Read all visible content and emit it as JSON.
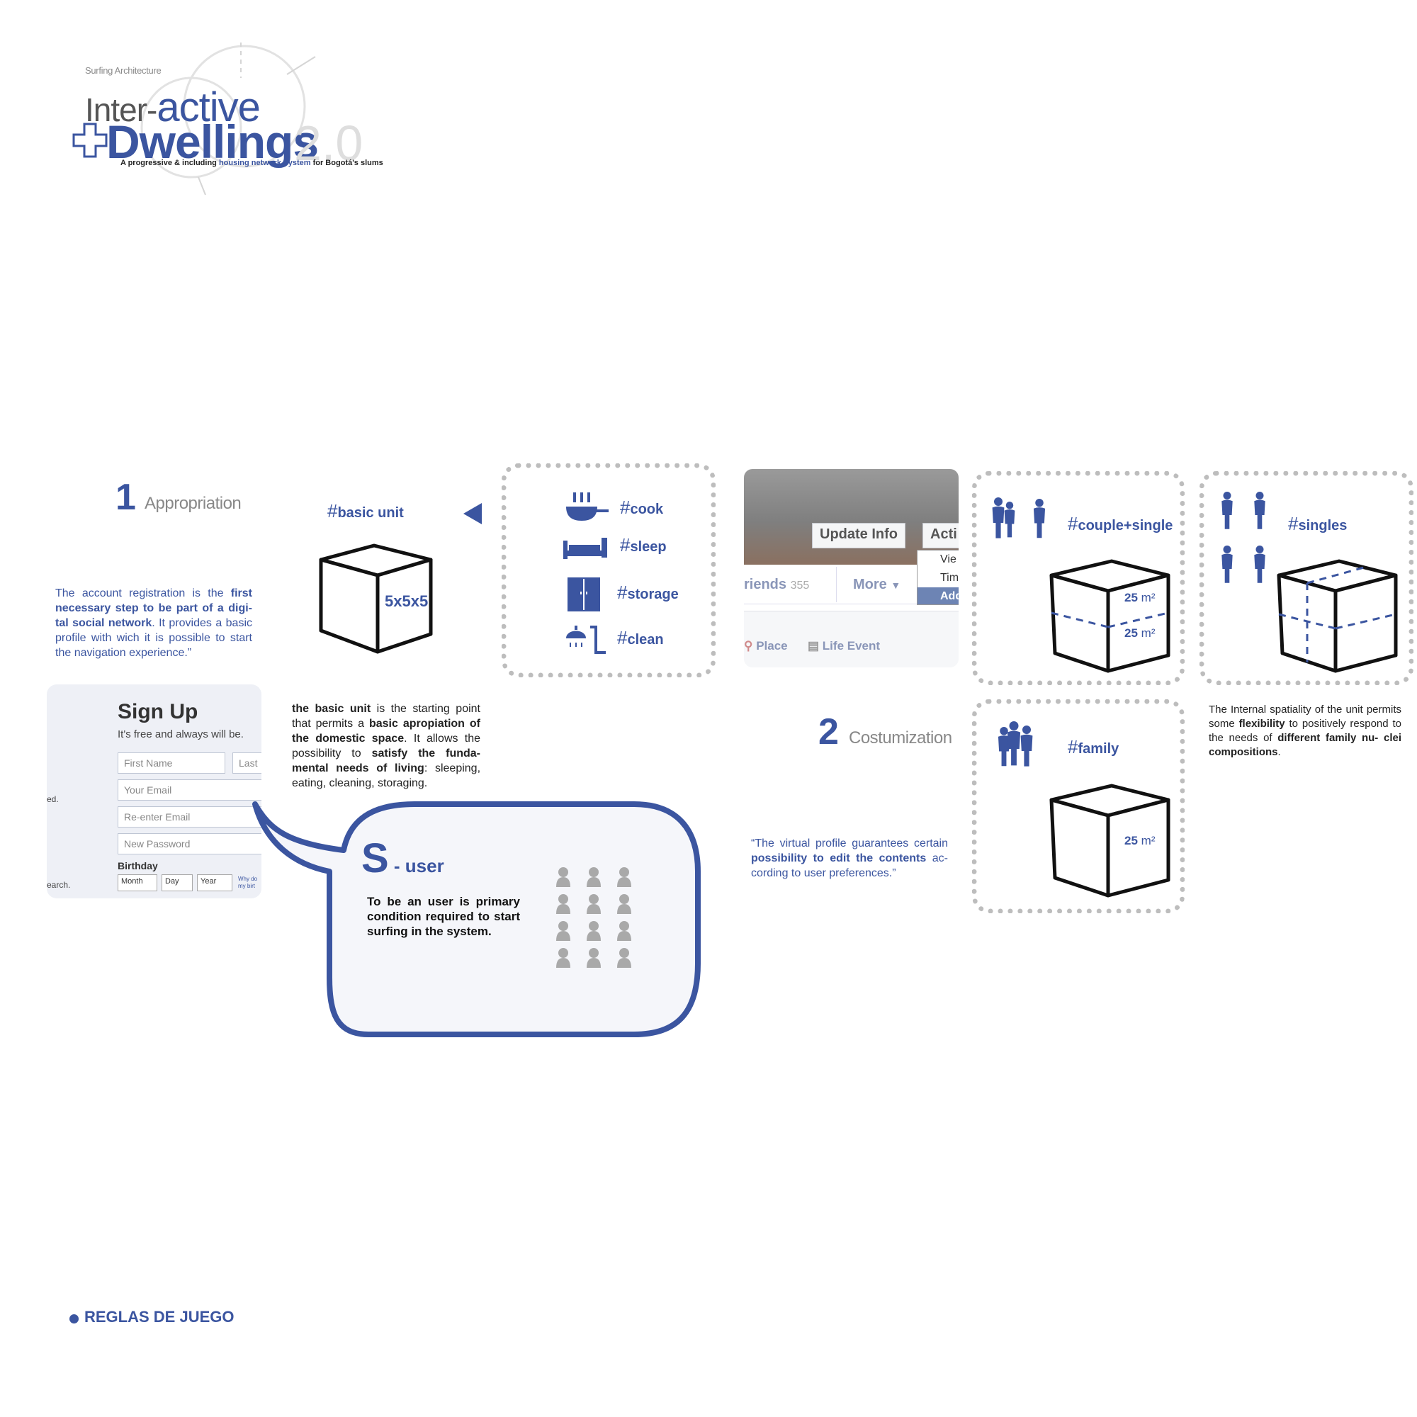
{
  "header": {
    "subtitle": "Surfing Architecture",
    "title_part1": "Inter-",
    "title_part2": "active",
    "title_part3": "Dwellings",
    "version": "2.0",
    "tagline_a": "A progressive & including ",
    "tagline_b": "housing network-system",
    "tagline_c": " for Bogotá's slums"
  },
  "section1": {
    "number": "1",
    "title": "Appropriation",
    "quote_open": "“",
    "quote_a": "The account registration is the ",
    "quote_b": "first necessary step to be part of a digi- tal social network",
    "quote_c": ". It provides a basic profile with wich it is possible to start the navigation experience.”"
  },
  "basic_unit": {
    "hashtag": "basic unit",
    "dims": "5x5x5",
    "desc_1": "the basic unit",
    "desc_2": " is the starting point that permits a ",
    "desc_3": "basic apropiation of the domestic space",
    "desc_4": ". It allows the possibility to ",
    "desc_5": "satisfy the funda- mental needs of living",
    "desc_6": ": sleeping, eating, cleaning, storaging."
  },
  "needs": [
    {
      "tag": "cook",
      "icon": "cook-icon"
    },
    {
      "tag": "sleep",
      "icon": "bed-icon"
    },
    {
      "tag": "storage",
      "icon": "wardrobe-icon"
    },
    {
      "tag": "clean",
      "icon": "shower-icon"
    }
  ],
  "signup": {
    "title": "Sign Up",
    "subtitle": "It's free and always will be.",
    "first_name": "First Name",
    "last_name": "Last",
    "email": "Your Email",
    "reenter_email": "Re-enter Email",
    "password": "New Password",
    "birthday_label": "Birthday",
    "month": "Month",
    "day": "Day",
    "year": "Year",
    "why": "Why do my birt",
    "left_frag1": "ed.",
    "left_frag2": "earch."
  },
  "bubble": {
    "title": "S",
    "subtitle": " - user",
    "text": "To be an user is primary condition required to start surfing in the system."
  },
  "fb": {
    "update_info": "Update Info",
    "activity": "Acti",
    "friends": "riends",
    "friends_count": "355",
    "more": "More",
    "menu_items": [
      "Vie",
      "Tim",
      "Add"
    ],
    "place": "Place",
    "life_event": "Life Event"
  },
  "section2": {
    "number": "2",
    "title": "Costumization",
    "quote_a": "“The virtual profile guarantees certain ",
    "quote_b": "possibility to edit the contents",
    "quote_c": " ac- cording to user preferences.”"
  },
  "couple_single": {
    "hashtag": "couple+single",
    "area_top": "25",
    "area_bottom": "25",
    "unit": "m²"
  },
  "singles": {
    "hashtag": "singles"
  },
  "family": {
    "hashtag": "family",
    "area": "25",
    "unit": "m²"
  },
  "flex_text": {
    "a": "The Internal spatiality of the unit permits some ",
    "b": "flexibility",
    "c": " to positively respond to the needs of ",
    "d": "different family nu- clei compositions",
    "e": "."
  },
  "footer": {
    "label": "REGLAS DE JUEGO"
  },
  "colors": {
    "accent": "#3b55a0",
    "dotted": "#bdbdbd",
    "user_icon": "#a9a9a9"
  }
}
